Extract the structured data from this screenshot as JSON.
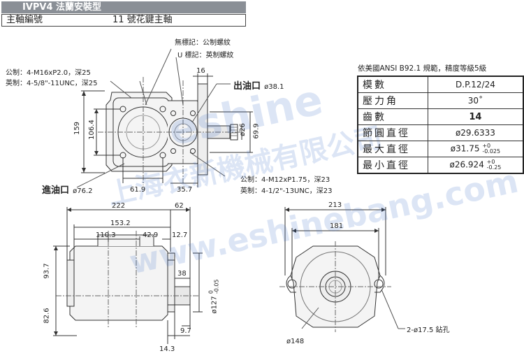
{
  "header": {
    "model": "IVPV4 法蘭安裝型",
    "shaft_label": "主軸編號",
    "shaft_value": "11 號花鍵主軸"
  },
  "notes": {
    "no_mark": "無標記：公制螺紋",
    "u_mark": "U 標記：英制螺紋",
    "metric_port_in": "公制：4-M16xP2.0，深25",
    "imperial_port_in": "英制：4-5/8\"-11UNC，深25",
    "outlet_label": "出油口",
    "outlet_size": "ø38.1",
    "inlet_label": "進油口",
    "inlet_size": "ø76.2",
    "metric_port_out": "公制：4-M12xP1.75，深23",
    "imperial_port_out": "英制：4-1/2\"-13UNC，深23",
    "drill_holes": "2-ø17.5 鉆孔",
    "flange_dia": "ø148"
  },
  "dims": {
    "d16": "16",
    "d159": "159",
    "d106_4": "106.4",
    "d26": "ø26",
    "d69_9": "69.9",
    "d61_9": "61.9",
    "d35_7": "35.7",
    "d222": "222",
    "d62": "62",
    "d153_2": "153.2",
    "d110_3": "110.3",
    "d42_9": "42.9",
    "d12_7": "12.7",
    "d93_7": "93.7",
    "d82_6": "82.6",
    "d38": "38",
    "d127": "ø127",
    "d127_tol_up": "0",
    "d127_tol_dn": "-0.05",
    "d9_7": "9.7",
    "d14_3": "14.3",
    "d213": "213",
    "d181": "181"
  },
  "spec": {
    "title": "依美國ANSI  B92.1 規範，精度等級5級",
    "rows": [
      {
        "k": "模數",
        "v": "D.P.12/24",
        "bold": false
      },
      {
        "k": "壓力角",
        "v": "30˚",
        "bold": false
      },
      {
        "k": "齒數",
        "v": "14",
        "bold": true
      },
      {
        "k": "節圓直徑",
        "v": "ø29.6333",
        "bold": false
      },
      {
        "k": "最大直徑",
        "v": "ø31.75",
        "tol_up": "+0",
        "tol_dn": "-0.025"
      },
      {
        "k": "最小直徑",
        "v": "ø26.924",
        "tol_up": "+0",
        "tol_dn": "-0.25"
      }
    ]
  },
  "watermark": {
    "brand": "eshine",
    "company": "上海衣新機械有限公司",
    "url": "www.eshinebang.com"
  }
}
